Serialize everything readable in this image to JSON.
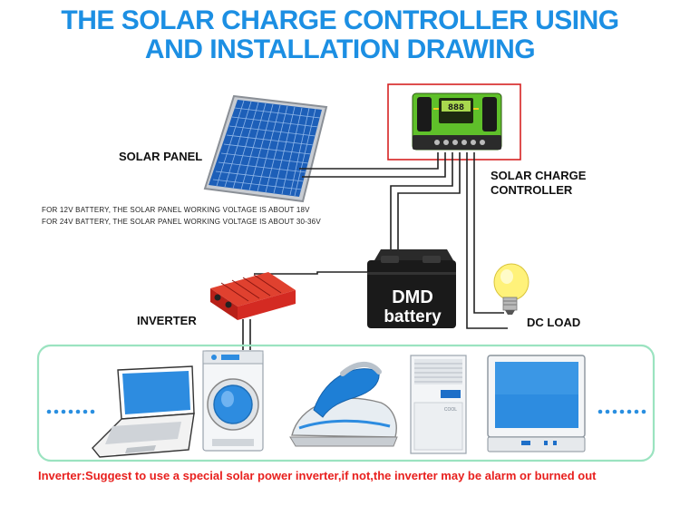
{
  "title": {
    "line1": "THE SOLAR CHARGE CONTROLLER USING",
    "line2": "AND INSTALLATION DRAWING"
  },
  "labels": {
    "solar_panel": "SOLAR PANEL",
    "controller_line1": "SOLAR CHARGE",
    "controller_line2": "CONTROLLER",
    "inverter": "INVERTER",
    "dc_load": "DC LOAD"
  },
  "notes": {
    "v12": "FOR 12V BATTERY, THE SOLAR PANEL WORKING VOLTAGE IS ABOUT 18V",
    "v24": "FOR 24V BATTERY, THE SOLAR PANEL WORKING VOLTAGE IS ABOUT 30-36V"
  },
  "battery": {
    "brand": "DMD",
    "word": "battery"
  },
  "controller_display": "888",
  "ac_unit_text": "COOL",
  "footer": "Inverter:Suggest to use a special solar power inverter,if not,the inverter may be alarm or burned out",
  "colors": {
    "title": "#1c8fe3",
    "footer": "#e8201e",
    "controller_green": "#5fc02a",
    "inverter_red": "#d42a22",
    "frame_green": "#9be3c0"
  }
}
